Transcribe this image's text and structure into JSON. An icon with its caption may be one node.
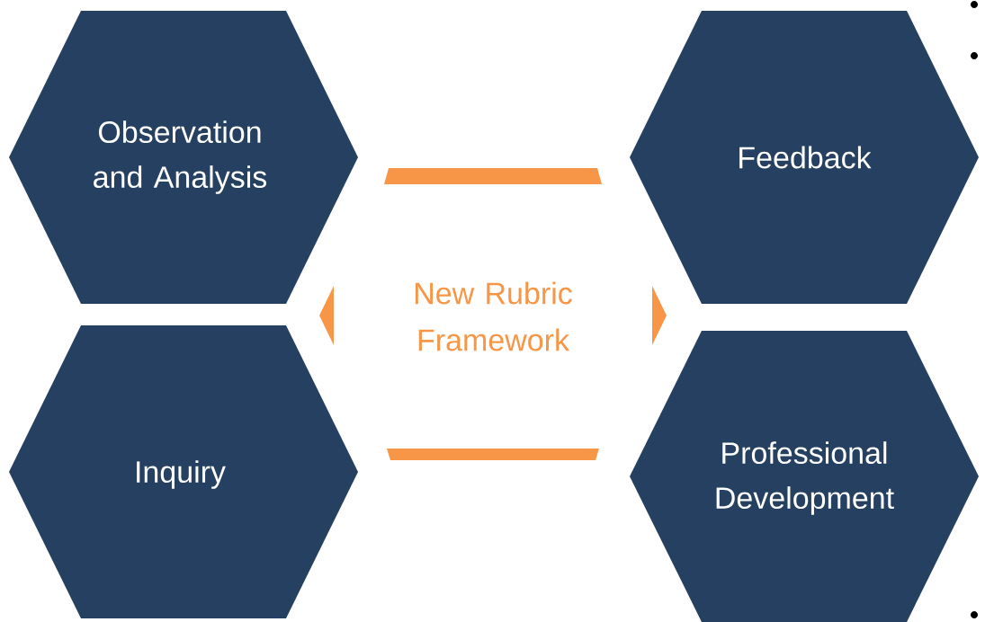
{
  "diagram": {
    "nodes": [
      {
        "text": [
          "Observation and Analysis"
        ]
      },
      {
        "text": [
          "Feedback"
        ]
      },
      {
        "text": [
          "New Rubric Framework"
        ]
      },
      {
        "text": [
          "Inquiry"
        ]
      },
      {
        "text": [
          "Professional Development"
        ]
      }
    ]
  }
}
